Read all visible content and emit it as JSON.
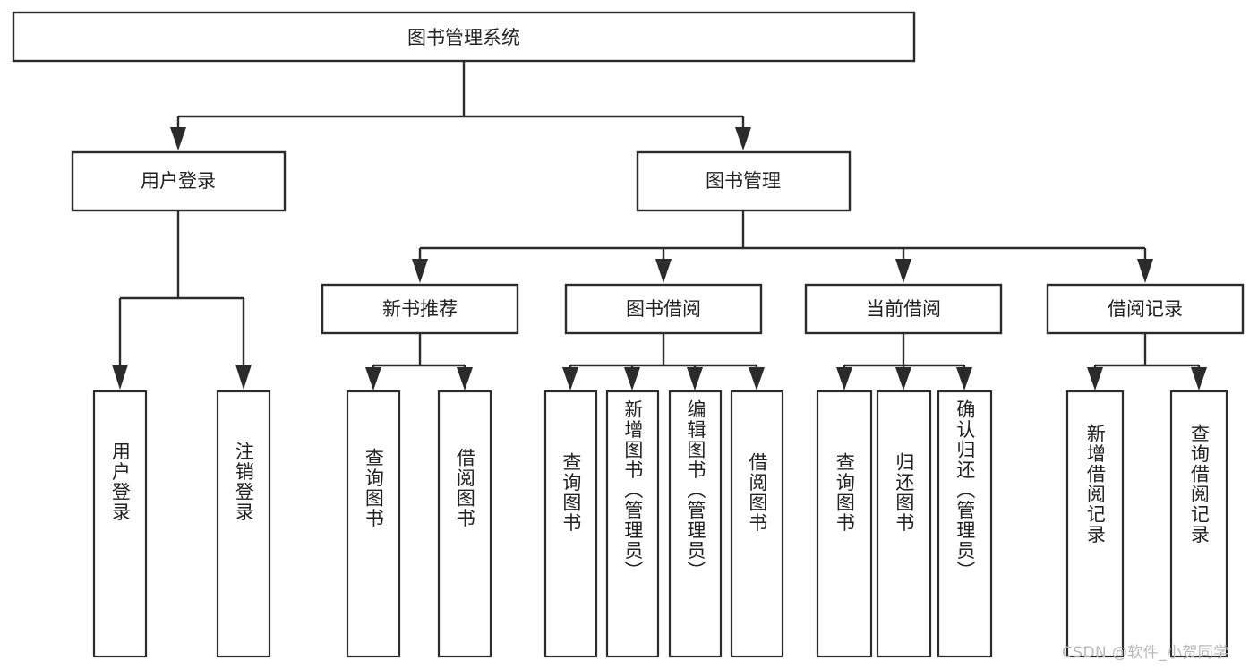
{
  "diagram": {
    "type": "tree-hierarchy",
    "title": "图书管理系统",
    "root": {
      "id": "root",
      "label": "图书管理系统"
    },
    "level1": [
      {
        "id": "user-login",
        "label": "用户登录"
      },
      {
        "id": "book-manage",
        "label": "图书管理"
      }
    ],
    "level2": [
      {
        "id": "new-book-recommend",
        "label": "新书推荐",
        "parent": "book-manage"
      },
      {
        "id": "book-borrow",
        "label": "图书借阅",
        "parent": "book-manage"
      },
      {
        "id": "current-borrow",
        "label": "当前借阅",
        "parent": "book-manage"
      },
      {
        "id": "borrow-record",
        "label": "借阅记录",
        "parent": "book-manage"
      }
    ],
    "leaves": {
      "user-login": [
        {
          "id": "leaf-user-login",
          "label": "用户登录"
        },
        {
          "id": "leaf-user-logout",
          "label": "注销登录"
        }
      ],
      "new-book-recommend": [
        {
          "id": "leaf-query-book-1",
          "label": "查询图书"
        },
        {
          "id": "leaf-borrow-book-1",
          "label": "借阅图书"
        }
      ],
      "book-borrow": [
        {
          "id": "leaf-query-book-2",
          "label": "查询图书"
        },
        {
          "id": "leaf-add-book",
          "label": "新增图书（管理员）"
        },
        {
          "id": "leaf-edit-book",
          "label": "编辑图书（管理员）"
        },
        {
          "id": "leaf-borrow-book-2",
          "label": "借阅图书"
        }
      ],
      "current-borrow": [
        {
          "id": "leaf-query-book-3",
          "label": "查询图书"
        },
        {
          "id": "leaf-return-book",
          "label": "归还图书"
        },
        {
          "id": "leaf-confirm-return",
          "label": "确认归还（管理员）"
        }
      ],
      "borrow-record": [
        {
          "id": "leaf-add-record",
          "label": "新增借阅记录"
        },
        {
          "id": "leaf-query-record",
          "label": "查询借阅记录"
        }
      ]
    }
  },
  "watermark": {
    "text": "CSDN @软件_小贺同学"
  },
  "colors": {
    "stroke": "#2b2b2b",
    "box_fill": "#ffffff",
    "text": "#222222",
    "background": "#ffffff",
    "watermark": "#b9b9b9"
  }
}
